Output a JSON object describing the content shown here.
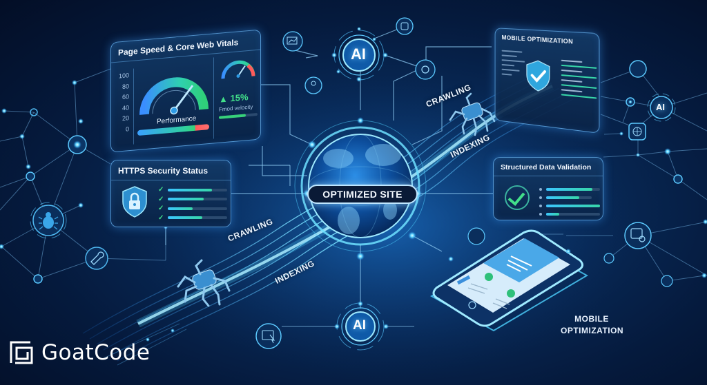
{
  "brand": {
    "logo_text": "GoatCode"
  },
  "center": {
    "label": "OPTIMIZED SITE"
  },
  "flow_labels": {
    "crawling_top": "CRAWLING",
    "indexing_top": "INDEXING",
    "crawling_bottom": "CRAWLING",
    "indexing_bottom": "INDEXING"
  },
  "ai_nodes": {
    "top": "AI",
    "bottom": "AI",
    "right": "AI"
  },
  "panels": {
    "page_speed": {
      "title": "Page Speed & Core Web Vitals",
      "axis_ticks": [
        "100",
        "80",
        "60",
        "40",
        "20",
        "0"
      ],
      "gauge_label": "Performance",
      "delta_value": "▲ 15%",
      "delta_label": "Fmod velocity"
    },
    "https": {
      "title": "HTTPS Security Status",
      "checks": [
        {
          "fill_pct": 74
        },
        {
          "fill_pct": 60
        },
        {
          "fill_pct": 42
        },
        {
          "fill_pct": 58
        }
      ]
    },
    "mobile_top": {
      "title": "MOBILE OPTIMIZATION"
    },
    "structured_data": {
      "title": "Structured Data Validation",
      "rows": [
        {
          "fill_pct": 86
        },
        {
          "fill_pct": 72
        },
        {
          "fill_pct": 100
        },
        {
          "fill_pct": 24
        }
      ]
    }
  },
  "mobile_caption": {
    "line1": "MOBILE",
    "line2": "OPTIMIZATION"
  },
  "colors": {
    "background": "#051a3d",
    "accent_cyan": "#4fd2ff",
    "success_green": "#42e08a",
    "danger_red": "#ff5b5b",
    "panel_border": "#6ebeff"
  }
}
